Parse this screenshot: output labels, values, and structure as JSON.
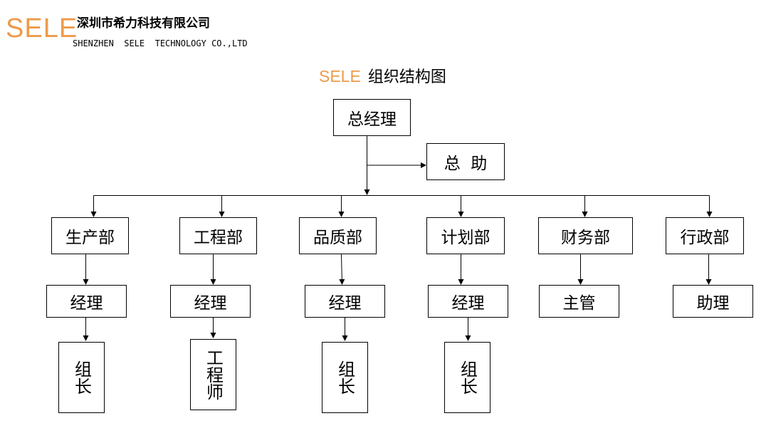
{
  "header": {
    "logo": "SELE",
    "company_cn": "深圳市希力科技有限公司",
    "company_en": "SHENZHEN  SELE  TECHNOLOGY CO.,LTD"
  },
  "title": {
    "brand": "SELE",
    "text": "组织结构图"
  },
  "colors": {
    "brand": "#EE9A4A"
  },
  "org": {
    "gm": "总经理",
    "assistant": "总  助",
    "departments": [
      {
        "name": "生产部",
        "manager": "经理",
        "staff": "组长"
      },
      {
        "name": "工程部",
        "manager": "经理",
        "staff": "工程师"
      },
      {
        "name": "品质部",
        "manager": "经理",
        "staff": "组长"
      },
      {
        "name": "计划部",
        "manager": "经理",
        "staff": "组长"
      },
      {
        "name": "财务部",
        "manager": "主管"
      },
      {
        "name": "行政部",
        "manager": "助理"
      }
    ]
  }
}
